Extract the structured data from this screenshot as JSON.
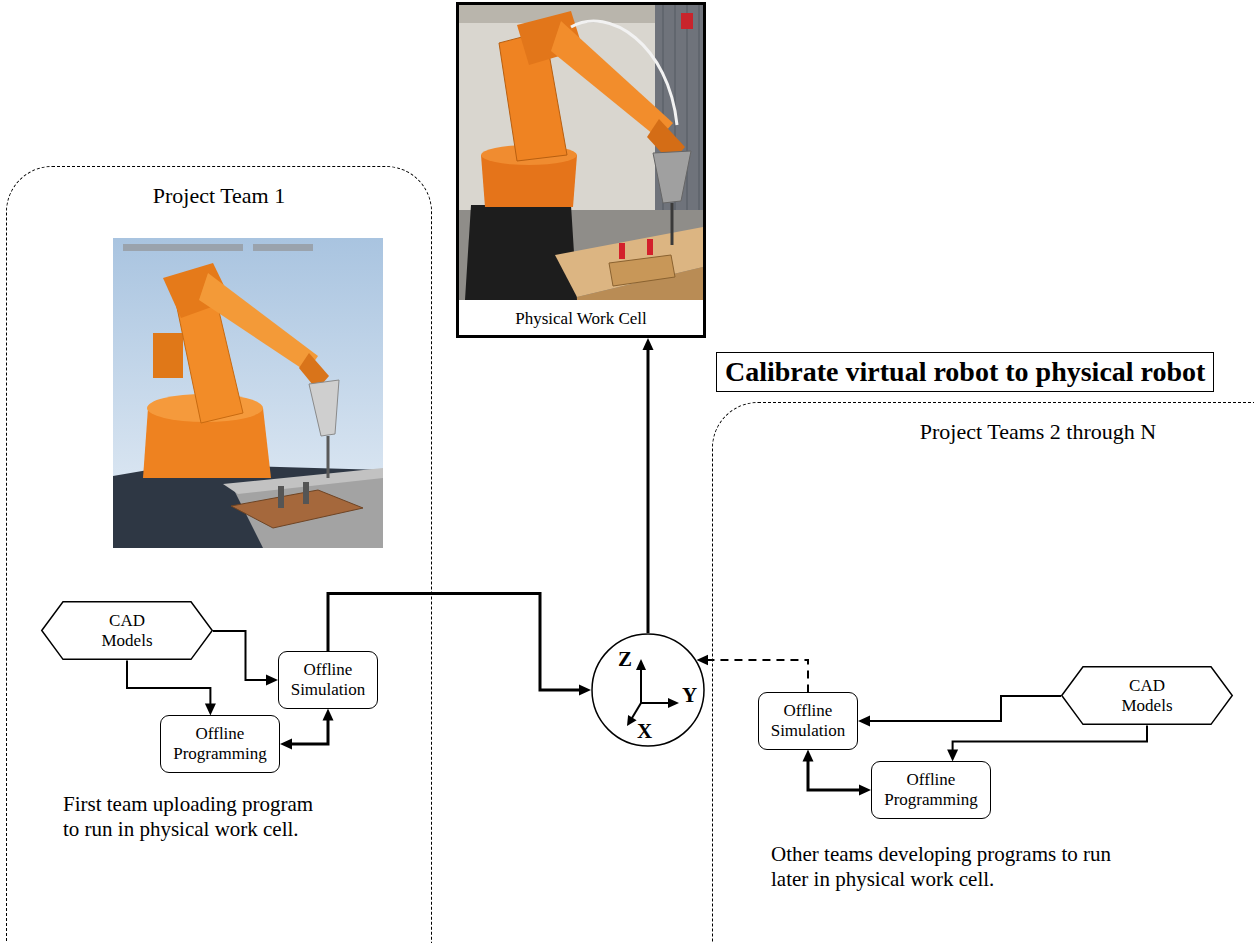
{
  "diagram": {
    "nodes": [
      {
        "text": [
          "Physical Work Cell"
        ]
      },
      {
        "text": [
          "Project Team 1",
          "First team uploading program to run in physical work cell."
        ]
      },
      {
        "text": [
          "CAD Models"
        ],
        "in": 1
      },
      {
        "text": [
          "Offline Simulation"
        ],
        "in": 1
      },
      {
        "text": [
          "Offline Programming"
        ],
        "in": 1
      },
      {
        "text": [
          "Z",
          "Y",
          "X"
        ]
      },
      {
        "text": [
          "Calibrate virtual robot to physical robot"
        ]
      },
      {
        "text": [
          "Project Teams 2 through N",
          "Other teams developing programs to run later in physical work cell."
        ]
      },
      {
        "text": [
          "Offline Simulation"
        ],
        "in": 7
      },
      {
        "text": [
          "CAD Models"
        ],
        "in": 7
      },
      {
        "text": [
          "Offline Programming"
        ],
        "in": 7
      }
    ],
    "edges": [
      {
        "from": 2,
        "to": 3,
        "arrow": "to"
      },
      {
        "from": 2,
        "to": 4,
        "arrow": "to"
      },
      {
        "from": 4,
        "to": 3,
        "arrow": "both"
      },
      {
        "from": 3,
        "to": 5,
        "arrow": "to"
      },
      {
        "from": 5,
        "to": 0,
        "arrow": "to"
      },
      {
        "from": 8,
        "to": 5,
        "arrow": "to"
      },
      {
        "from": 9,
        "to": 8,
        "arrow": "to"
      },
      {
        "from": 9,
        "to": 10,
        "arrow": "to"
      },
      {
        "from": 8,
        "to": 10,
        "arrow": "both"
      }
    ]
  }
}
